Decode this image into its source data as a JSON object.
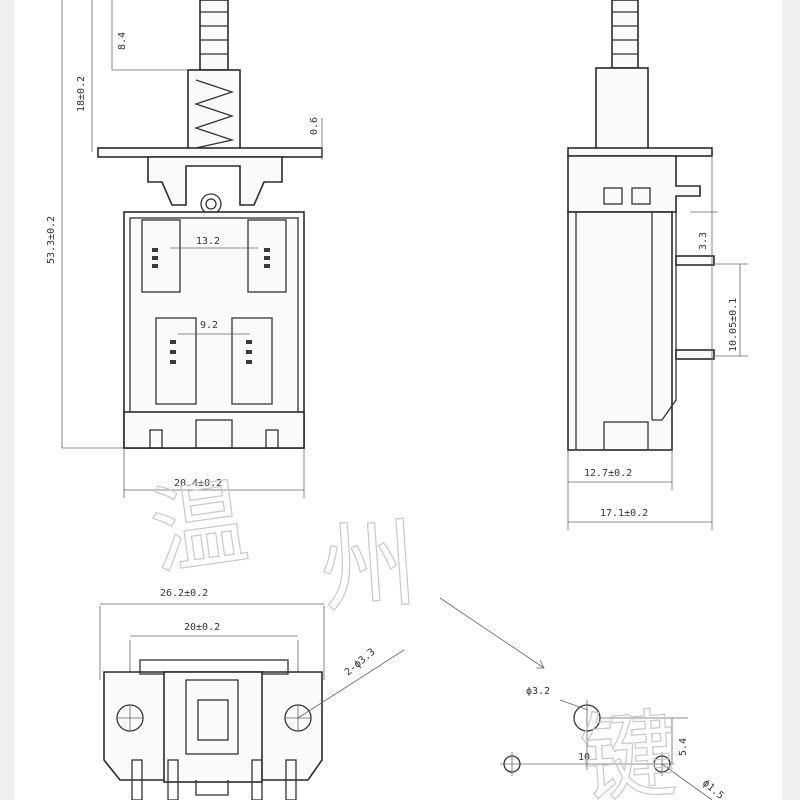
{
  "front_view": {
    "dim_stroke": "8.4",
    "dim_shaft": "18±0.2",
    "dim_plate": "0.6",
    "dim_total_height": "53.3±0.2",
    "dim_inner_top": "13.2",
    "dim_inner_mid": "9.2",
    "dim_body_width": "20.4±0.2"
  },
  "side_view": {
    "dim_pin_top": "3.3",
    "dim_pin_pitch": "10.05±0.1",
    "dim_body_depth": "12.7±0.2",
    "dim_total_depth": "17.1±0.2"
  },
  "bottom_view": {
    "dim_plate_width": "26.2±0.2",
    "dim_hole_pitch": "20±0.2",
    "dim_holes": "2-ϕ3.3"
  },
  "pcb_layout": {
    "dim_hole_large": "ϕ3.2",
    "dim_pitch": "10",
    "dim_offset": "5.4",
    "dim_hole_small": "ϕ1.5"
  },
  "watermark": {
    "char_1": "温",
    "char_2": "州",
    "char_3": "键"
  },
  "colors": {
    "line": "#333333",
    "watermark": "#c9c9c9"
  }
}
